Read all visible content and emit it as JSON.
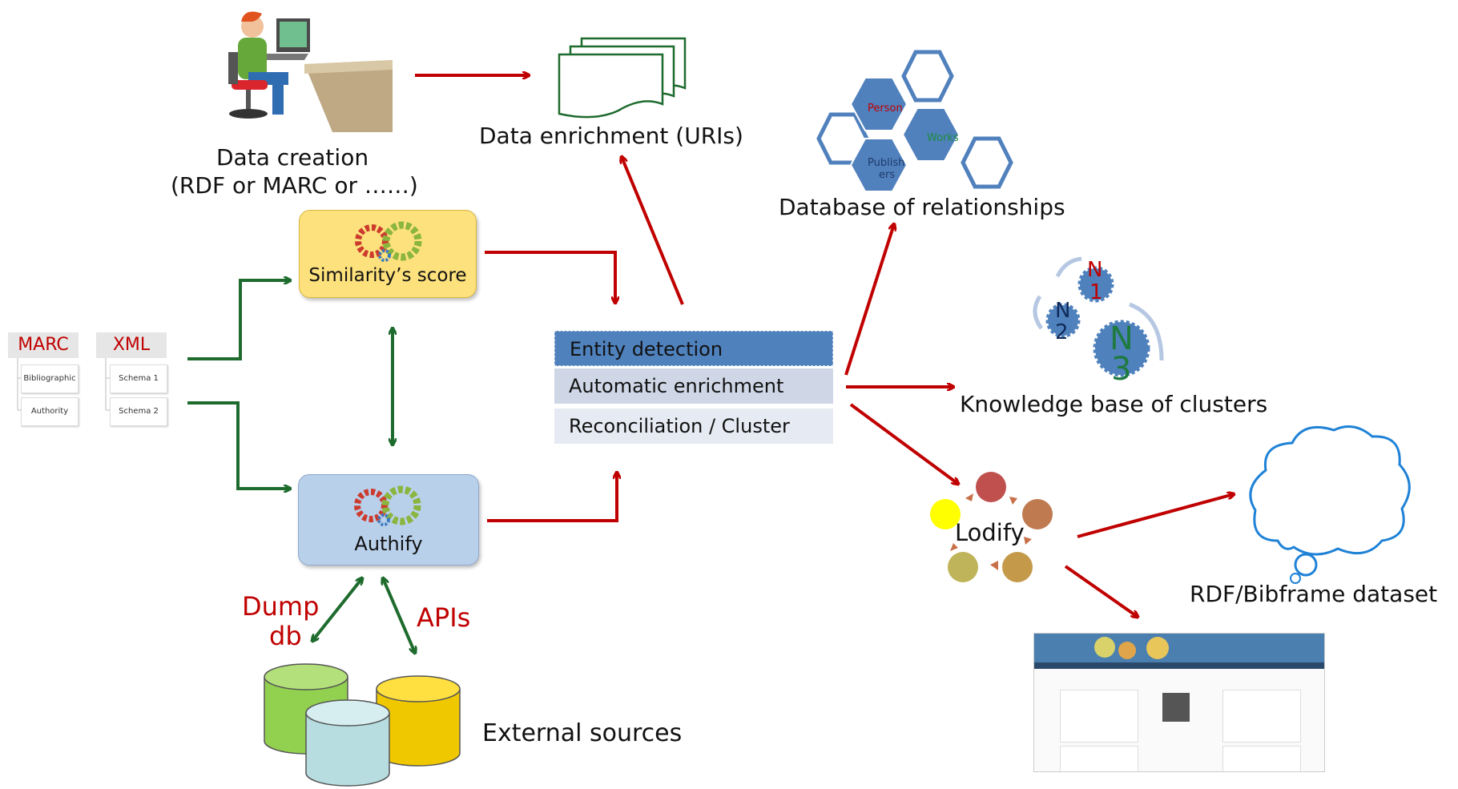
{
  "data_creation": {
    "title": "Data creation",
    "subtitle": "(RDF or MARC or ……)"
  },
  "data_enrichment": {
    "label": "Data enrichment (URIs)"
  },
  "similarity": {
    "label": "Similarity’s score"
  },
  "authify": {
    "label": "Authify"
  },
  "sources_left": {
    "marc": {
      "label": "MARC",
      "items": [
        "Bibliographic",
        "Authority"
      ]
    },
    "xml": {
      "label": "XML",
      "items": [
        "Schema 1",
        "Schema 2"
      ]
    }
  },
  "links": {
    "dump_db_line1": "Dump",
    "dump_db_line2": "db",
    "apis": "APIs"
  },
  "external_sources": {
    "label": "External sources"
  },
  "entity_panel": {
    "rows": [
      "Entity detection",
      "Automatic enrichment",
      "Reconciliation / Cluster"
    ]
  },
  "relationships": {
    "label": "Database of relationships",
    "hex_labels": [
      "Person",
      "Works",
      "Publish",
      "ers"
    ]
  },
  "clusters": {
    "label": "Knowledge base of clusters",
    "n1": [
      "N",
      "1"
    ],
    "n2": [
      "N",
      "2"
    ],
    "n3": [
      "N",
      "3"
    ]
  },
  "lodify": {
    "label": "Lodify"
  },
  "rdf_dataset": {
    "label": "RDF/Bibframe dataset"
  },
  "colors": {
    "red_arrow": "#c00000",
    "green_arrow": "#1e6b2e",
    "entity_blue": "#4f81bd",
    "hex_blue": "#5081bd"
  }
}
